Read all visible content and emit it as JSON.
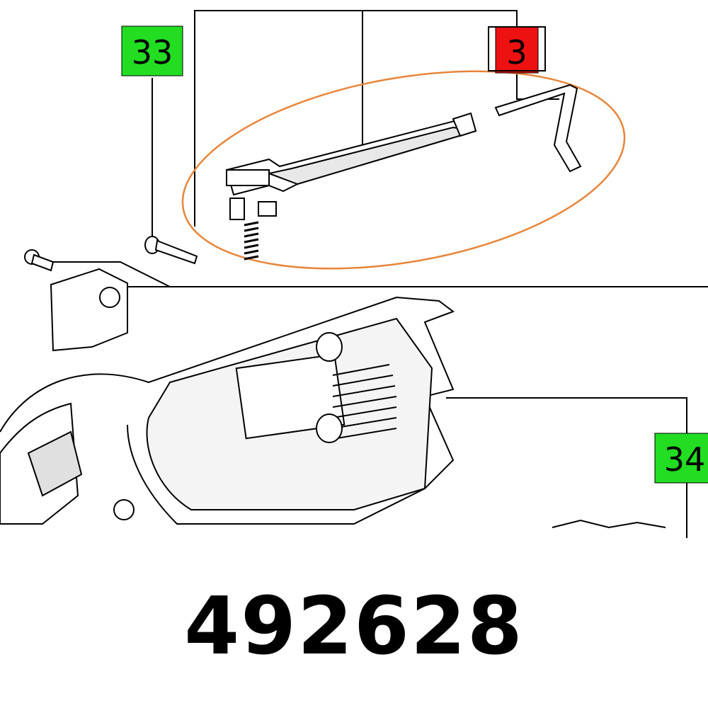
{
  "callouts": {
    "c33": {
      "label": "33",
      "color": "#22dd22"
    },
    "c3": {
      "label": "3",
      "color": "#ee1111"
    },
    "c34": {
      "label": "34",
      "color": "#22dd22"
    }
  },
  "highlight_color": "#e8853a",
  "part_number": "492628"
}
